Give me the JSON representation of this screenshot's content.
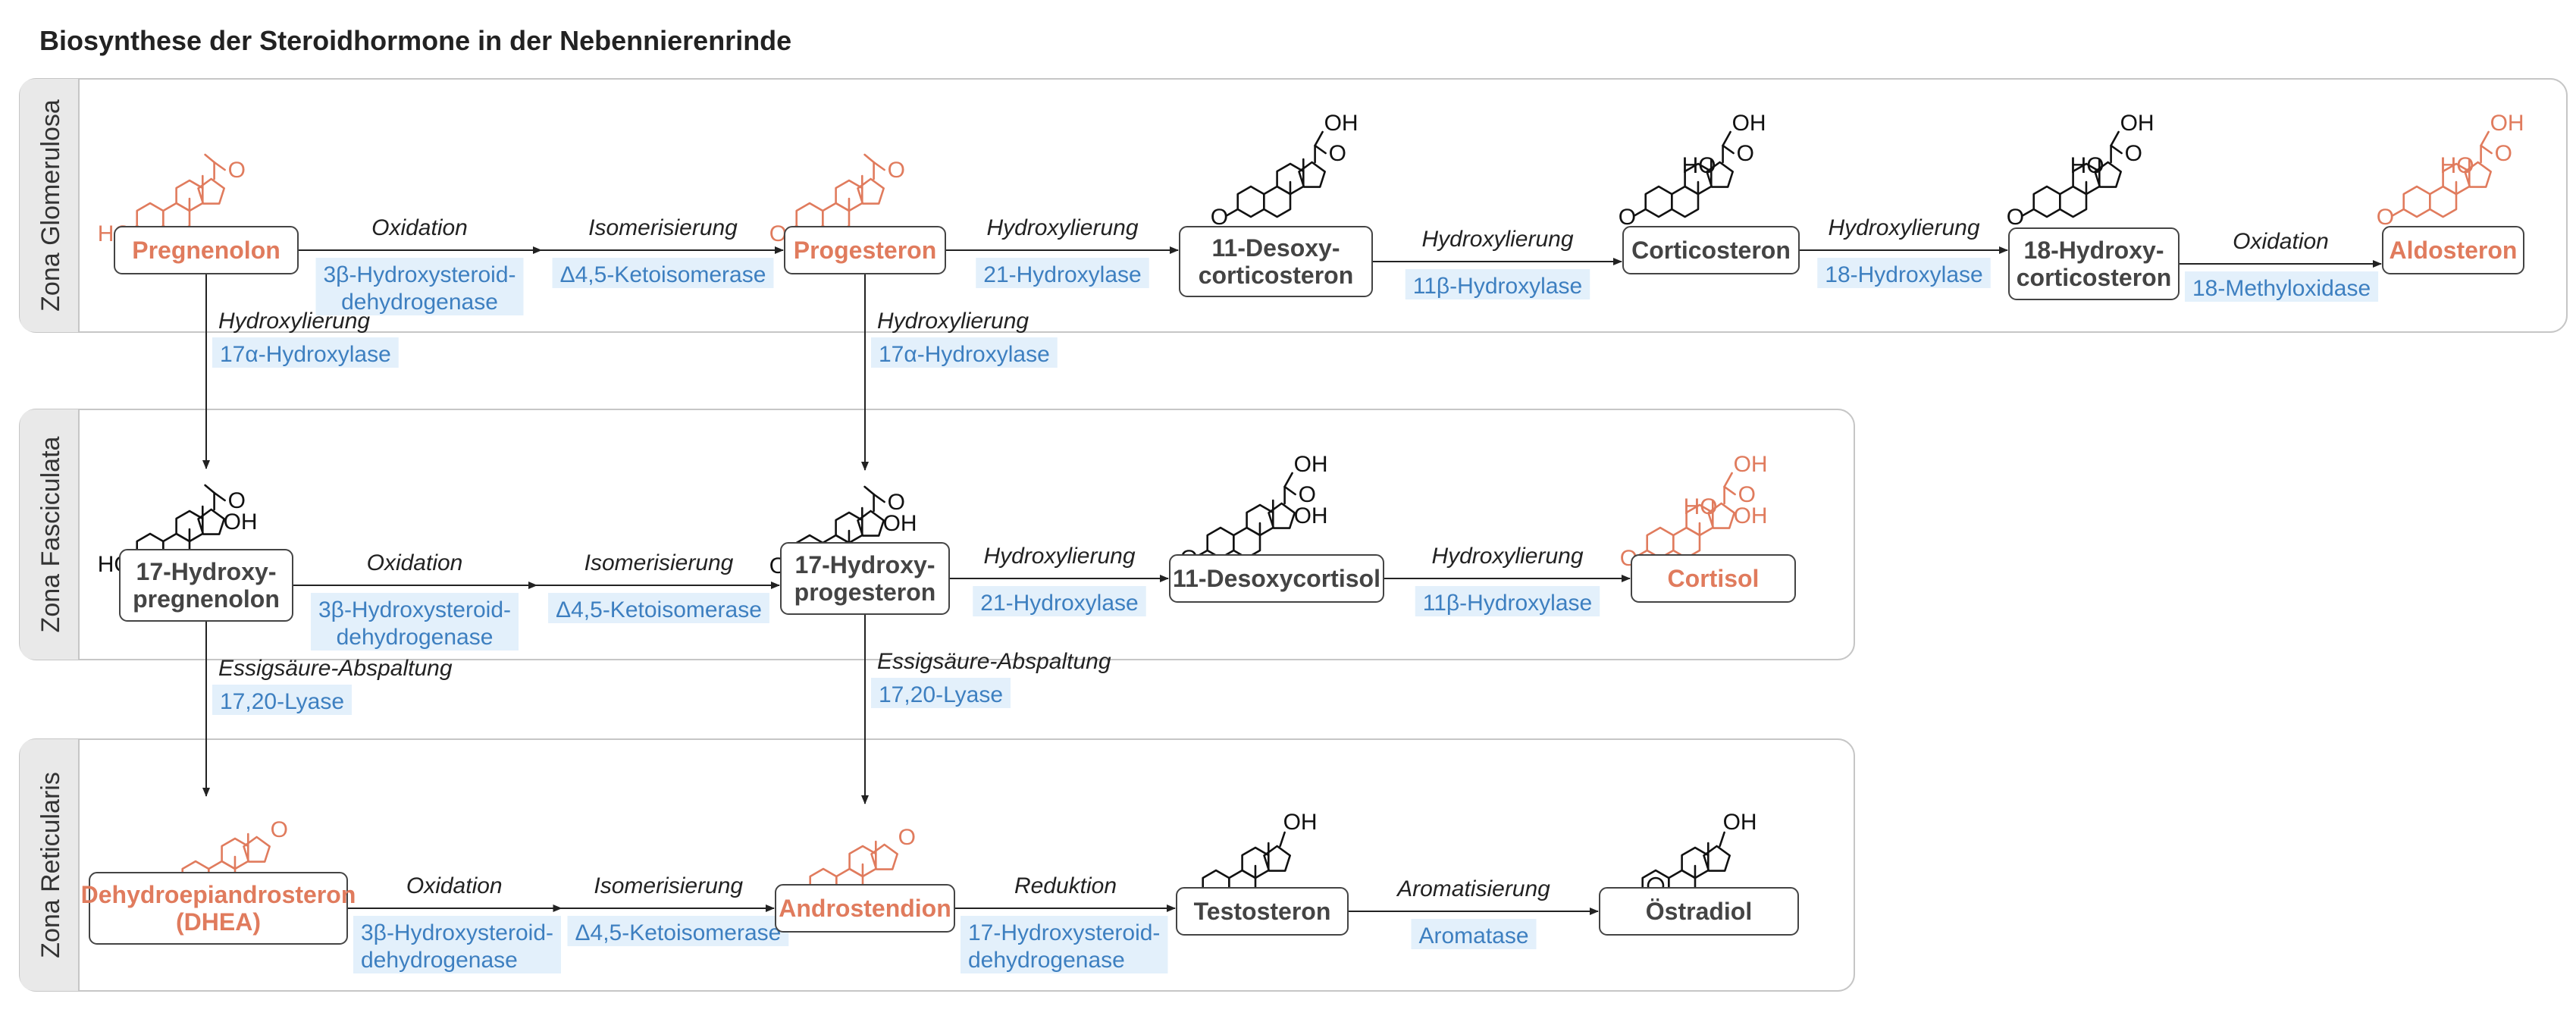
{
  "title": "Biosynthese der Steroidhormone in der Nebennierenrinde",
  "colors": {
    "highlight": "#e07b5d",
    "normal_text": "#444444",
    "enzyme_text": "#3d7fc0",
    "enzyme_bg": "#e3f0fb",
    "zone_bg": "#e9e9e9",
    "zone_border": "#c6c6c6"
  },
  "zones": [
    {
      "id": "glomerulosa",
      "label": "Zona Glomerulosa"
    },
    {
      "id": "fasciculata",
      "label": "Zona Fasciculata"
    },
    {
      "id": "reticularis",
      "label": "Zona Reticularis"
    }
  ],
  "compounds": [
    {
      "id": "pregnenolon",
      "zone": "glomerulosa",
      "lines": [
        "Pregnenolon"
      ],
      "highlight": true,
      "structure": "5-ene-3-OH",
      "sidechain": "acetyl"
    },
    {
      "id": "progesteron",
      "zone": "glomerulosa",
      "lines": [
        "Progesteron"
      ],
      "highlight": true,
      "structure": "4-ene-3-one",
      "sidechain": "acetyl"
    },
    {
      "id": "desoxycorticosteron",
      "zone": "glomerulosa",
      "lines": [
        "11-Desoxy-",
        "corticosteron"
      ],
      "highlight": false,
      "structure": "4-ene-3-one",
      "sidechain": "hydroxyacetyl"
    },
    {
      "id": "corticosteron",
      "zone": "glomerulosa",
      "lines": [
        "Corticosteron"
      ],
      "highlight": false,
      "structure": "4-ene-3-one-11-OH",
      "sidechain": "hydroxyacetyl"
    },
    {
      "id": "hydroxycorticosteron",
      "zone": "glomerulosa",
      "lines": [
        "18-Hydroxy-",
        "corticosteron"
      ],
      "highlight": false,
      "structure": "4-ene-3-one-11-OH-18-OH",
      "sidechain": "hydroxyacetyl"
    },
    {
      "id": "aldosteron",
      "zone": "glomerulosa",
      "lines": [
        "Aldosteron"
      ],
      "highlight": true,
      "structure": "4-ene-3-one-11-OH-18-CHO",
      "sidechain": "hydroxyacetyl"
    },
    {
      "id": "hydroxypregnenolon",
      "zone": "fasciculata",
      "lines": [
        "17-Hydroxy-",
        "pregnenolon"
      ],
      "highlight": false,
      "structure": "5-ene-3-OH",
      "sidechain": "acetyl-17OH"
    },
    {
      "id": "hydroxyprogesteron",
      "zone": "fasciculata",
      "lines": [
        "17-Hydroxy-",
        "progesteron"
      ],
      "highlight": false,
      "structure": "4-ene-3-one",
      "sidechain": "acetyl-17OH"
    },
    {
      "id": "desoxycortisol",
      "zone": "fasciculata",
      "lines": [
        "11-Desoxycortisol"
      ],
      "highlight": false,
      "structure": "4-ene-3-one",
      "sidechain": "hydroxyacetyl-17OH"
    },
    {
      "id": "cortisol",
      "zone": "fasciculata",
      "lines": [
        "Cortisol"
      ],
      "highlight": true,
      "structure": "4-ene-3-one-11-OH",
      "sidechain": "hydroxyacetyl-17OH"
    },
    {
      "id": "dhea",
      "zone": "reticularis",
      "lines": [
        "Dehydroepiandrosteron",
        "(DHEA)"
      ],
      "highlight": true,
      "structure": "5-ene-3-OH",
      "sidechain": "17-one"
    },
    {
      "id": "androstendion",
      "zone": "reticularis",
      "lines": [
        "Androstendion"
      ],
      "highlight": true,
      "structure": "4-ene-3-one",
      "sidechain": "17-one"
    },
    {
      "id": "testosteron",
      "zone": "reticularis",
      "lines": [
        "Testosteron"
      ],
      "highlight": false,
      "structure": "4-ene-3-one",
      "sidechain": "17-OH"
    },
    {
      "id": "oestradiol",
      "zone": "reticularis",
      "lines": [
        "Östradiol"
      ],
      "highlight": false,
      "structure": "aromatic-3-OH",
      "sidechain": "17-OH"
    }
  ],
  "reactions": [
    {
      "from": "pregnenolon",
      "to": "progesteron",
      "direction": "horizontal",
      "steps": [
        {
          "verb": "Oxidation",
          "enzyme": [
            "3β-Hydroxysteroid-",
            "dehydrogenase"
          ]
        },
        {
          "verb": "Isomerisierung",
          "enzyme": [
            "Δ4,5-Ketoisomerase"
          ]
        }
      ]
    },
    {
      "from": "progesteron",
      "to": "desoxycorticosteron",
      "direction": "horizontal",
      "steps": [
        {
          "verb": "Hydroxylierung",
          "enzyme": [
            "21-Hydroxylase"
          ]
        }
      ]
    },
    {
      "from": "desoxycorticosteron",
      "to": "corticosteron",
      "direction": "horizontal",
      "steps": [
        {
          "verb": "Hydroxylierung",
          "enzyme": [
            "11β-Hydroxylase"
          ]
        }
      ]
    },
    {
      "from": "corticosteron",
      "to": "hydroxycorticosteron",
      "direction": "horizontal",
      "steps": [
        {
          "verb": "Hydroxylierung",
          "enzyme": [
            "18-Hydroxylase"
          ]
        }
      ]
    },
    {
      "from": "hydroxycorticosteron",
      "to": "aldosteron",
      "direction": "horizontal",
      "steps": [
        {
          "verb": "Oxidation",
          "enzyme": [
            "18-Methyloxidase"
          ]
        }
      ]
    },
    {
      "from": "pregnenolon",
      "to": "hydroxypregnenolon",
      "direction": "vertical",
      "steps": [
        {
          "verb": "Hydroxylierung",
          "enzyme": [
            "17α-Hydroxylase"
          ]
        }
      ]
    },
    {
      "from": "progesteron",
      "to": "hydroxyprogesteron",
      "direction": "vertical",
      "steps": [
        {
          "verb": "Hydroxylierung",
          "enzyme": [
            "17α-Hydroxylase"
          ]
        }
      ]
    },
    {
      "from": "hydroxypregnenolon",
      "to": "hydroxyprogesteron",
      "direction": "horizontal",
      "steps": [
        {
          "verb": "Oxidation",
          "enzyme": [
            "3β-Hydroxysteroid-",
            "dehydrogenase"
          ]
        },
        {
          "verb": "Isomerisierung",
          "enzyme": [
            "Δ4,5-Ketoisomerase"
          ]
        }
      ]
    },
    {
      "from": "hydroxyprogesteron",
      "to": "desoxycortisol",
      "direction": "horizontal",
      "steps": [
        {
          "verb": "Hydroxylierung",
          "enzyme": [
            "21-Hydroxylase"
          ]
        }
      ]
    },
    {
      "from": "desoxycortisol",
      "to": "cortisol",
      "direction": "horizontal",
      "steps": [
        {
          "verb": "Hydroxylierung",
          "enzyme": [
            "11β-Hydroxylase"
          ]
        }
      ]
    },
    {
      "from": "hydroxypregnenolon",
      "to": "dhea",
      "direction": "vertical",
      "steps": [
        {
          "verb": "Essigsäure-Abspaltung",
          "enzyme": [
            "17,20-Lyase"
          ]
        }
      ]
    },
    {
      "from": "hydroxyprogesteron",
      "to": "androstendion",
      "direction": "vertical",
      "steps": [
        {
          "verb": "Essigsäure-Abspaltung",
          "enzyme": [
            "17,20-Lyase"
          ]
        }
      ]
    },
    {
      "from": "dhea",
      "to": "androstendion",
      "direction": "horizontal",
      "steps": [
        {
          "verb": "Oxidation",
          "enzyme": [
            "3β-Hydroxysteroid-",
            "dehydrogenase"
          ]
        },
        {
          "verb": "Isomerisierung",
          "enzyme": [
            "Δ4,5-Ketoisomerase"
          ]
        }
      ]
    },
    {
      "from": "androstendion",
      "to": "testosteron",
      "direction": "horizontal",
      "steps": [
        {
          "verb": "Reduktion",
          "enzyme": [
            "17-Hydroxysteroid-",
            "dehydrogenase"
          ]
        }
      ]
    },
    {
      "from": "testosteron",
      "to": "oestradiol",
      "direction": "horizontal",
      "steps": [
        {
          "verb": "Aromatisierung",
          "enzyme": [
            "Aromatase"
          ]
        }
      ]
    }
  ]
}
